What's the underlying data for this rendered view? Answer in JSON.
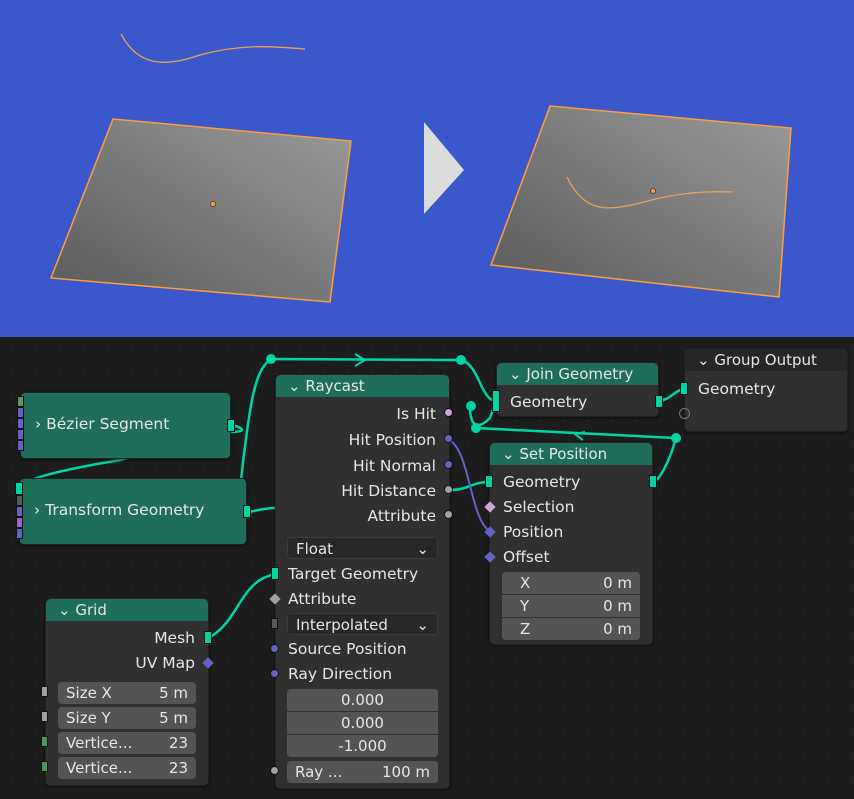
{
  "viewport": {
    "background": "#3a58cc",
    "arrow": "play-arrow"
  },
  "nodes": {
    "bezier": {
      "label": "Bézier Segment"
    },
    "transform": {
      "label": "Transform Geometry"
    },
    "grid": {
      "title": "Grid",
      "outputs": [
        "Mesh",
        "UV Map"
      ],
      "fields": [
        {
          "label": "Size X",
          "value": "5 m"
        },
        {
          "label": "Size Y",
          "value": "5 m"
        },
        {
          "label": "Vertice...",
          "value": "23"
        },
        {
          "label": "Vertice...",
          "value": "23"
        }
      ]
    },
    "raycast": {
      "title": "Raycast",
      "outputs": [
        "Is Hit",
        "Hit Position",
        "Hit Normal",
        "Hit Distance",
        "Attribute"
      ],
      "data_type": "Float",
      "inputs": [
        "Target Geometry",
        "Attribute"
      ],
      "mapping": "Interpolated",
      "source_position": "Source Position",
      "ray_direction": "Ray Direction",
      "dir": [
        "0.000",
        "0.000",
        "-1.000"
      ],
      "ray_length_label": "Ray ...",
      "ray_length": "100 m"
    },
    "join": {
      "title": "Join Geometry",
      "socket": "Geometry"
    },
    "output": {
      "title": "Group Output",
      "socket": "Geometry"
    },
    "setpos": {
      "title": "Set Position",
      "inputs": [
        "Geometry",
        "Selection",
        "Position",
        "Offset"
      ],
      "offset": [
        {
          "label": "X",
          "value": "0 m"
        },
        {
          "label": "Y",
          "value": "0 m"
        },
        {
          "label": "Z",
          "value": "0 m"
        }
      ]
    }
  },
  "colors": {
    "node_header": "#1f6e5c",
    "geometry_socket": "#00d6a3",
    "vector_socket": "#6363c7",
    "bool_socket": "#cca6d6",
    "float_socket": "#a1a1a1",
    "selection": "#ff9d3c"
  }
}
